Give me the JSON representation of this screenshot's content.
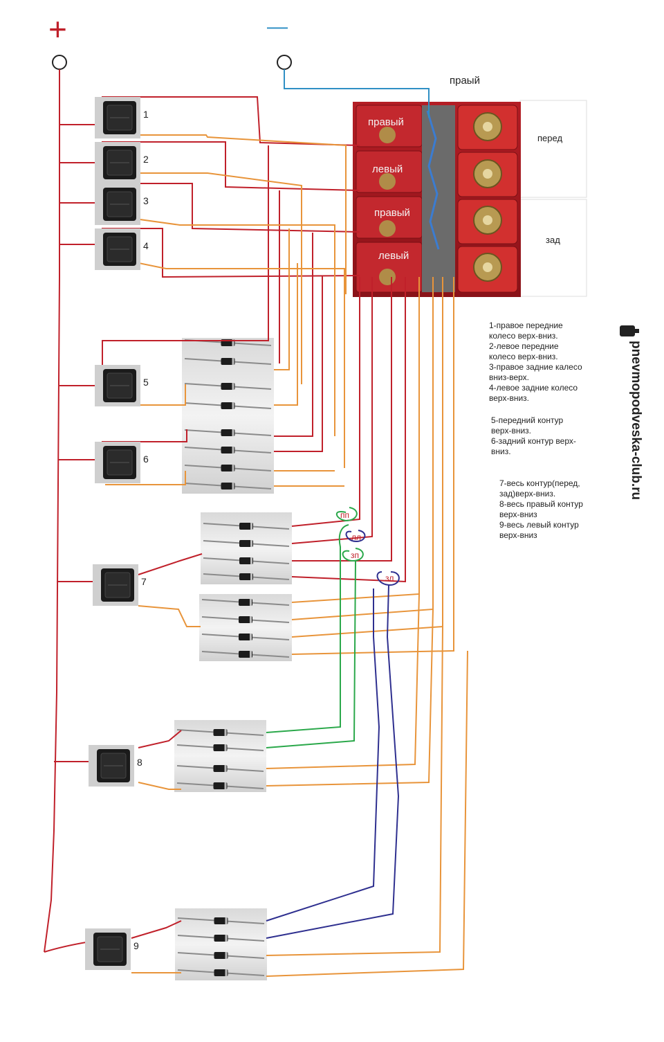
{
  "power": {
    "plus": "+",
    "minus": "—"
  },
  "valve_block": {
    "top_label": "праый",
    "labels": [
      "правый",
      "левый",
      "правый",
      "левый"
    ],
    "front": "перед",
    "rear": "зад"
  },
  "switches": [
    "1",
    "2",
    "3",
    "4",
    "5",
    "6",
    "7",
    "8",
    "9"
  ],
  "circle_tags": [
    "пп",
    "лл",
    "зп",
    "зл"
  ],
  "legend": {
    "block1": "1-правое передние\nколесо верх-вниз.\n2-левое передние\nколесо верх-вниз.\n3-правое задние калесо\nвниз-верх.\n4-левое задние колесо\nверх-вниз.",
    "block2": "5-передний контур\nверх-вниз.\n6-задний контур верх-\nвниз.",
    "block3": "7-весь контур(перед,\nзад)верх-вниз.\n8-весь правый контур\nверх-вниз\n9-весь левый контур\nверх-вниз"
  },
  "watermark": "pnevmopodveska-club.ru",
  "colors": {
    "red_wire": "#c0202a",
    "orange_wire": "#e8943a",
    "blue_wire": "#2f8fc4",
    "green_wire": "#2aa84a",
    "navy_wire": "#2e2f8f",
    "valve": "#c8262c"
  }
}
